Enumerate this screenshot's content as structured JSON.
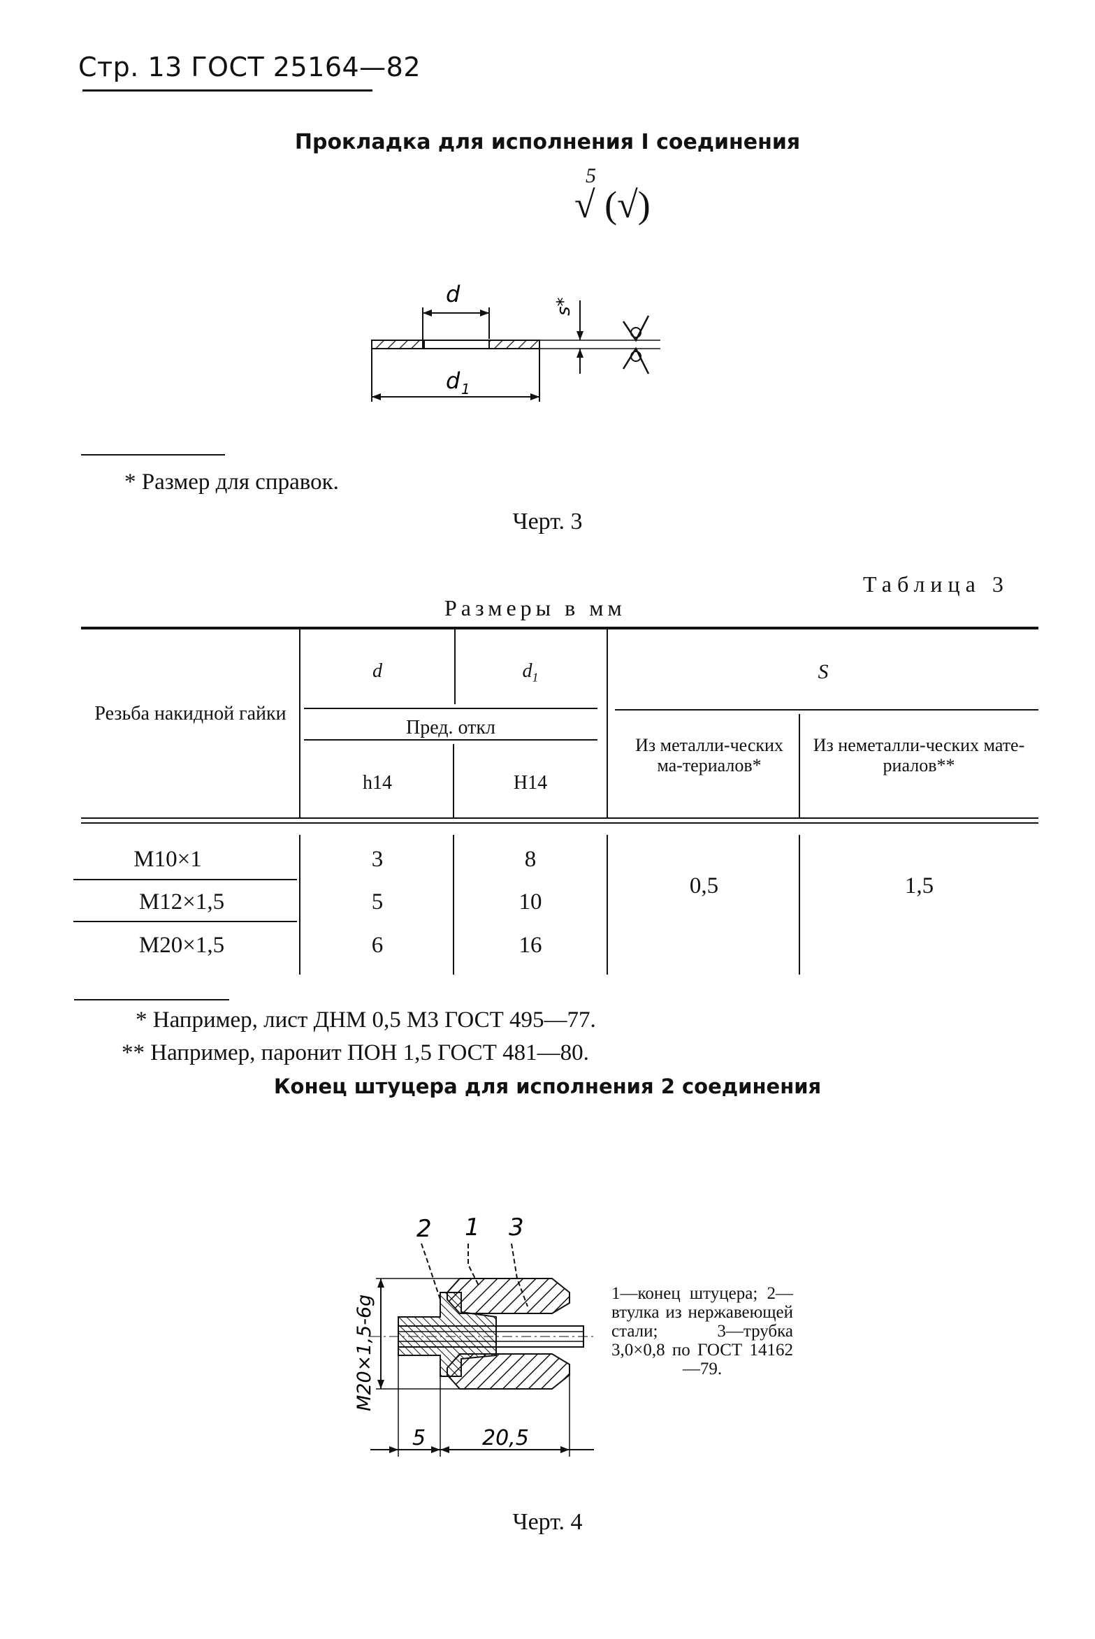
{
  "header": {
    "page_ref": "Стр. 13 ГОСТ 25164—82"
  },
  "section1": {
    "title": "Прокладка для исполнения I соединения",
    "roughness_value": "5",
    "roughness_symbol": "√ (√)",
    "drawing_labels": {
      "d": "d",
      "d1": "d",
      "d1_sub": "1",
      "s": "s*"
    },
    "footnote": "* Размер для справок.",
    "caption": "Черт. 3"
  },
  "table": {
    "label": "Таблица 3",
    "units": "Размеры в мм",
    "headers": {
      "thread": "Резьба накидной гайки",
      "d": "d",
      "d1": "d",
      "d1_sub": "1",
      "s": "S",
      "tolerance_group": "Пред. откл",
      "d_tol": "h14",
      "d1_tol": "H14",
      "s_metal": "Из металли-ческих ма-териалов*",
      "s_nonmetal": "Из неметалли-ческих мате-риалов**"
    },
    "rows": [
      {
        "thread": "M10×1",
        "d": "3",
        "d1": "8"
      },
      {
        "thread": "M12×1,5",
        "d": "5",
        "d1": "10"
      },
      {
        "thread": "M20×1,5",
        "d": "6",
        "d1": "16"
      }
    ],
    "s_metal_value": "0,5",
    "s_nonmetal_value": "1,5",
    "footnotes": [
      "* Например, лист ДНМ 0,5 М3 ГОСТ 495—77.",
      "** Например, паронит ПОН 1,5 ГОСТ 481—80."
    ]
  },
  "section2": {
    "title": "Конец штуцера для исполнения 2 соединения",
    "callouts": [
      "2",
      "1",
      "3"
    ],
    "thread_label": "M20×1,5-6g",
    "dim_left": "5",
    "dim_right": "20,5",
    "legend": "1—конец штуцера; 2—втулка из нержавеющей стали; 3—трубка 3,0×0,8 по ГОСТ 14162—79.",
    "caption": "Черт. 4"
  }
}
